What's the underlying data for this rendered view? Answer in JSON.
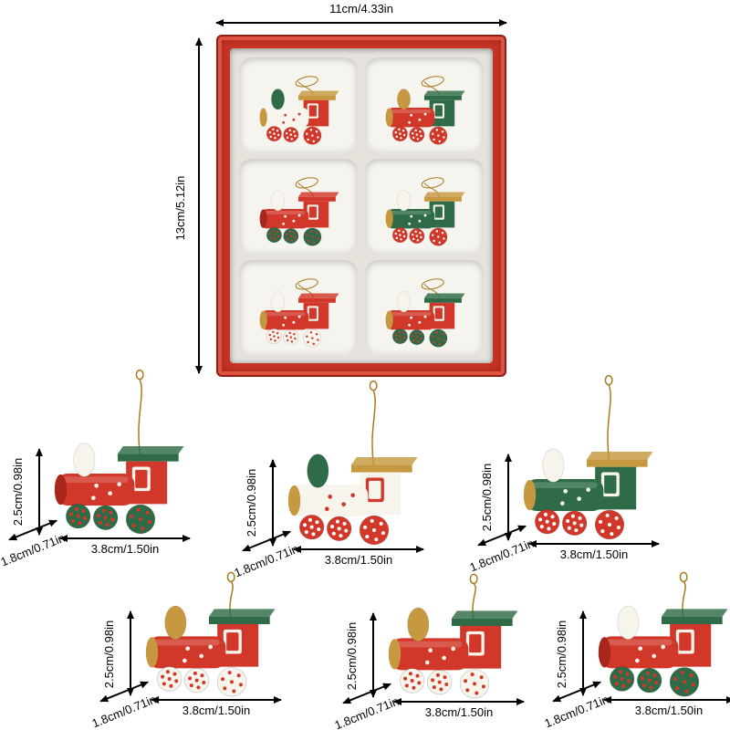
{
  "box_figure": {
    "width_label": "11cm/4.33in",
    "height_label": "13cm/5.12in",
    "trains": [
      {
        "colors": {
          "body": "#f7f4ec",
          "body_dot": "#d1382a",
          "dome": "#2e6b46",
          "roof": "#c6983f",
          "cab": "#d1382a",
          "panel": "#f7f4ec",
          "front": "#c6983f",
          "wheel": "#d1382a",
          "wheel_dot": "#ffffff"
        }
      },
      {
        "colors": {
          "body": "#d1382a",
          "body_dot": "#f7f4ec",
          "dome": "#c6983f",
          "roof": "#2e6b46",
          "cab": "#2e6b46",
          "panel": "#f7f4ec",
          "front": "#c6983f",
          "wheel": "#d1382a",
          "wheel_dot": "#ffffff"
        }
      },
      {
        "colors": {
          "body": "#d1382a",
          "body_dot": "#f7f4ec",
          "dome": "#f7f4ec",
          "roof": "#d1382a",
          "cab": "#d1382a",
          "panel": "#f7f4ec",
          "front": "#a8271c",
          "wheel": "#2e6b46",
          "wheel_dot": "#d1382a"
        }
      },
      {
        "colors": {
          "body": "#2e6b46",
          "body_dot": "#f7f4ec",
          "dome": "#f7f4ec",
          "roof": "#c6983f",
          "cab": "#2e6b46",
          "panel": "#f7f4ec",
          "front": "#c6983f",
          "wheel": "#d1382a",
          "wheel_dot": "#ffffff"
        }
      },
      {
        "colors": {
          "body": "#d1382a",
          "body_dot": "#f7f4ec",
          "dome": "#f7f4ec",
          "roof": "#d1382a",
          "cab": "#d1382a",
          "panel": "#f7f4ec",
          "front": "#c6983f",
          "wheel": "#f7f4ec",
          "wheel_dot": "#d1382a"
        }
      },
      {
        "colors": {
          "body": "#d1382a",
          "body_dot": "#f7f4ec",
          "dome": "#f7f4ec",
          "roof": "#2e6b46",
          "cab": "#d1382a",
          "panel": "#f7f4ec",
          "front": "#c6983f",
          "wheel": "#2e6b46",
          "wheel_dot": "#d1382a"
        }
      }
    ]
  },
  "ornaments": [
    {
      "height_label": "2.5cm/0.98in",
      "width_label": "3.8cm/1.50in",
      "depth_label": "1.8cm/0.71in",
      "colors": {
        "body": "#d1382a",
        "body_dot": "#f7f4ec",
        "dome": "#f7f4ec",
        "roof": "#2e6b46",
        "cab": "#d1382a",
        "panel": "#f7f4ec",
        "front": "#a8271c",
        "wheel": "#2e6b46",
        "wheel_dot": "#d1382a"
      }
    },
    {
      "height_label": "2.5cm/0.98in",
      "width_label": "3.8cm/1.50in",
      "depth_label": "1.8cm/0.71in",
      "colors": {
        "body": "#f7f4ec",
        "body_dot": "#d1382a",
        "dome": "#2e6b46",
        "roof": "#c6983f",
        "cab": "#f7f4ec",
        "panel": "#d1382a",
        "front": "#c6983f",
        "wheel": "#d1382a",
        "wheel_dot": "#ffffff"
      }
    },
    {
      "height_label": "2.5cm/0.98in",
      "width_label": "3.8cm/1.50in",
      "depth_label": "1.8cm/0.71in",
      "colors": {
        "body": "#2e6b46",
        "body_dot": "#f7f4ec",
        "dome": "#f7f4ec",
        "roof": "#c6983f",
        "cab": "#2e6b46",
        "panel": "#f7f4ec",
        "front": "#c6983f",
        "wheel": "#d1382a",
        "wheel_dot": "#ffffff"
      }
    },
    {
      "height_label": "2.5cm/0.98in",
      "width_label": "3.8cm/1.50in",
      "depth_label": "1.8cm/0.71in",
      "colors": {
        "body": "#d1382a",
        "body_dot": "#f7f4ec",
        "dome": "#c6983f",
        "roof": "#2e6b46",
        "cab": "#d1382a",
        "panel": "#f7f4ec",
        "front": "#c6983f",
        "wheel": "#f7f4ec",
        "wheel_dot": "#d1382a"
      }
    },
    {
      "height_label": "2.5cm/0.98in",
      "width_label": "3.8cm/1.50in",
      "depth_label": "1.8cm/0.71in",
      "colors": {
        "body": "#d1382a",
        "body_dot": "#f7f4ec",
        "dome": "#c6983f",
        "roof": "#2e6b46",
        "cab": "#d1382a",
        "panel": "#f7f4ec",
        "front": "#c6983f",
        "wheel": "#f7f4ec",
        "wheel_dot": "#d1382a"
      }
    },
    {
      "height_label": "2.5cm/0.98in",
      "width_label": "3.8cm/1.50in",
      "depth_label": "1.8cm/0.71in",
      "colors": {
        "body": "#d1382a",
        "body_dot": "#f7f4ec",
        "dome": "#f7f4ec",
        "roof": "#2e6b46",
        "cab": "#d1382a",
        "panel": "#f7f4ec",
        "front": "#a8271c",
        "wheel": "#2e6b46",
        "wheel_dot": "#d1382a"
      }
    }
  ],
  "string_gold": "#a87b1f"
}
